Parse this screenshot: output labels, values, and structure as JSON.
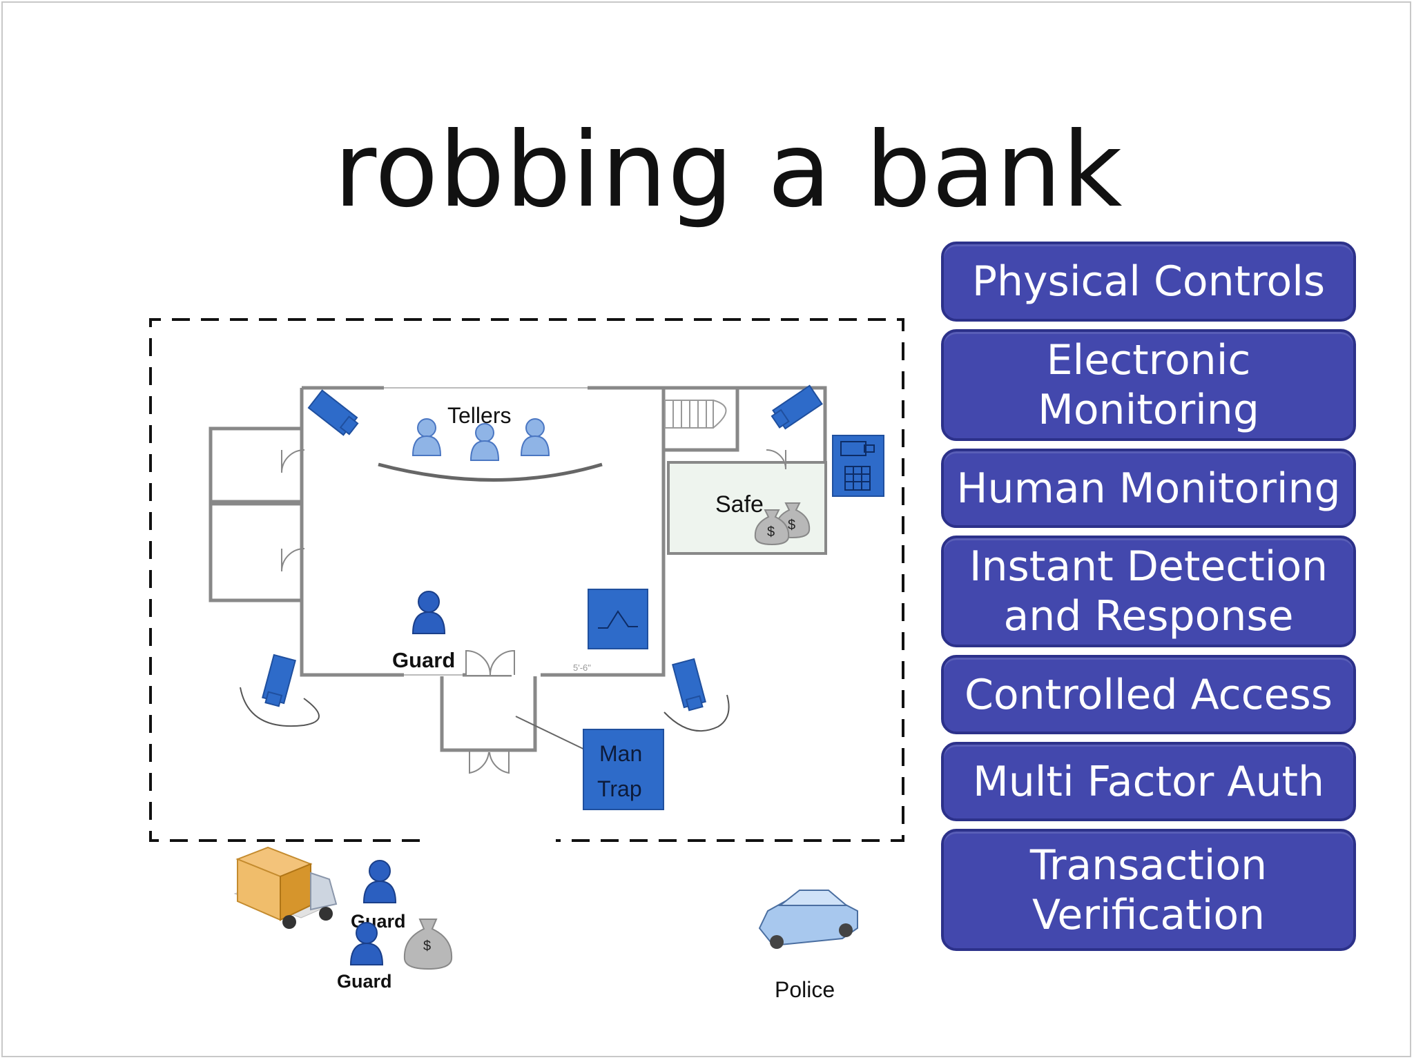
{
  "title": "robbing a bank",
  "controls": [
    {
      "label": "Physical Controls"
    },
    {
      "label": "Electronic\nMonitoring"
    },
    {
      "label": "Human Monitoring"
    },
    {
      "label": "Instant Detection\nand Response"
    },
    {
      "label": "Controlled Access"
    },
    {
      "label": "Multi Factor Auth"
    },
    {
      "label": "Transaction\nVerification"
    }
  ],
  "floorplan": {
    "tellers_label": "Tellers",
    "safe_label": "Safe",
    "guard_label": "Guard",
    "man_trap_label_line1": "Man",
    "man_trap_label_line2": "Trap",
    "dimension_label": "5'-6\"",
    "money_symbol": "$",
    "outside_guard_label_1": "Guard",
    "outside_guard_label_2": "Guard",
    "police_label": "Police"
  },
  "colors": {
    "control_fill": "#4348ad",
    "control_border": "#2c318a",
    "device_blue": "#2e6bc9",
    "person_light": "#8fb4e6",
    "person_dark": "#2b5fc0"
  }
}
